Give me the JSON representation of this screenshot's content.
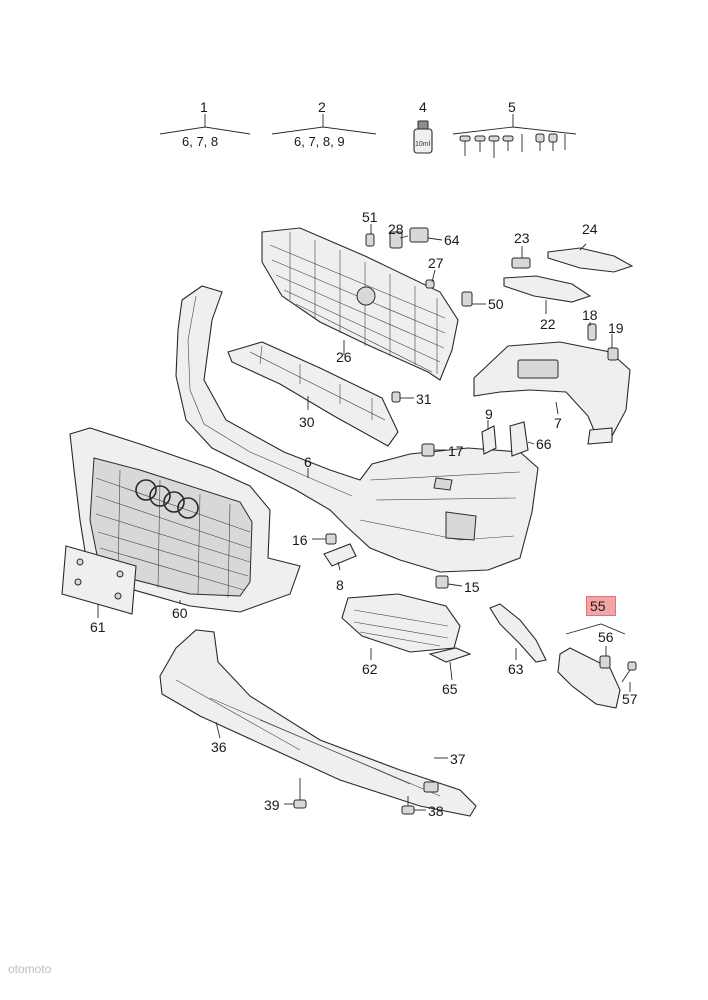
{
  "diagram": {
    "groups": [
      {
        "number": "1",
        "components": "6, 7, 8"
      },
      {
        "number": "2",
        "components": "6, 7, 8, 9"
      },
      {
        "number": "4",
        "bottle_text": "10ml"
      },
      {
        "number": "5"
      },
      {
        "number": "55",
        "components": "56",
        "highlighted": true
      }
    ],
    "labels": [
      "51",
      "28",
      "64",
      "27",
      "50",
      "26",
      "23",
      "24",
      "22",
      "18",
      "19",
      "30",
      "31",
      "9",
      "66",
      "6",
      "7",
      "17",
      "16",
      "8",
      "15",
      "60",
      "61",
      "55",
      "56",
      "57",
      "62",
      "63",
      "65",
      "36",
      "37",
      "39",
      "38"
    ]
  },
  "watermark": "otomoto"
}
